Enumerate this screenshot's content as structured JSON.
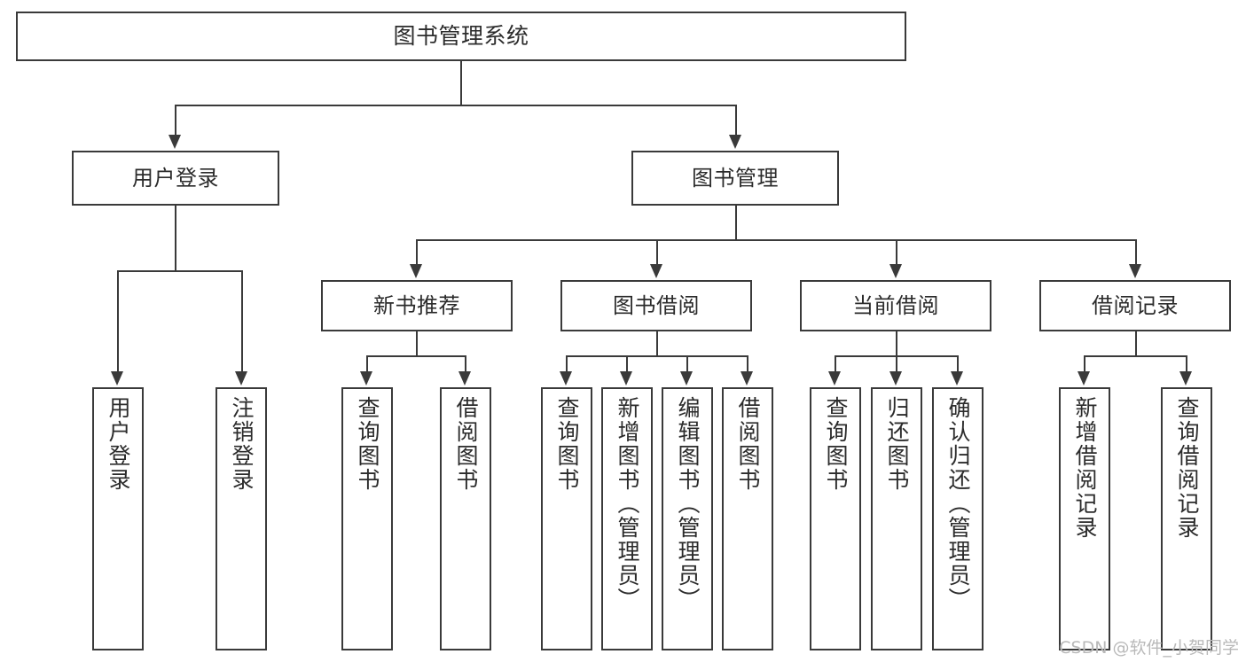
{
  "diagram": {
    "title": "图书管理系统",
    "watermark": "CSDN @软件_小贺同学",
    "root": {
      "label": "图书管理系统"
    },
    "level2": [
      {
        "label": "用户登录"
      },
      {
        "label": "图书管理"
      }
    ],
    "level3": [
      {
        "label": "新书推荐"
      },
      {
        "label": "图书借阅"
      },
      {
        "label": "当前借阅"
      },
      {
        "label": "借阅记录"
      }
    ],
    "leaves": {
      "user_login": [
        {
          "label": "用户登录"
        },
        {
          "label": "注销登录"
        }
      ],
      "new_book": [
        {
          "label": "查询图书"
        },
        {
          "label": "借阅图书"
        }
      ],
      "book_borrow": [
        {
          "label": "查询图书"
        },
        {
          "label": "新增图书（管理员）"
        },
        {
          "label": "编辑图书（管理员）"
        },
        {
          "label": "借阅图书"
        }
      ],
      "current_borrow": [
        {
          "label": "查询图书"
        },
        {
          "label": "归还图书"
        },
        {
          "label": "确认归还（管理员）"
        }
      ],
      "borrow_record": [
        {
          "label": "新增借阅记录"
        },
        {
          "label": "查询借阅记录"
        }
      ]
    },
    "colors": {
      "stroke": "#3a3a3a",
      "fill": "#ffffff",
      "text": "#2b2b2b",
      "watermark": "#b9b9b9"
    }
  }
}
